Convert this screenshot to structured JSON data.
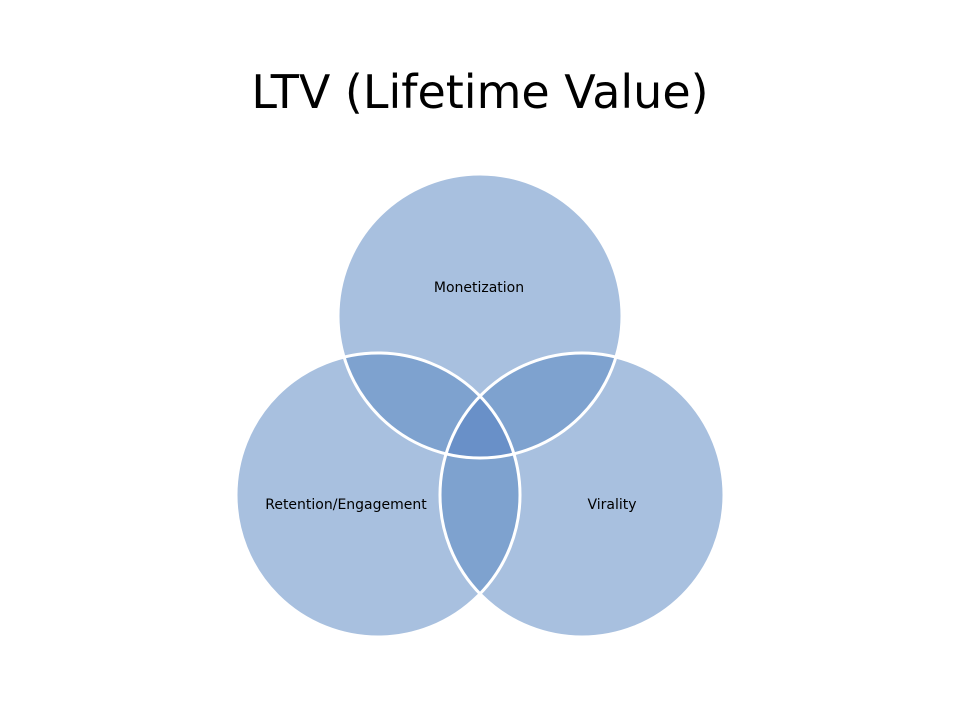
{
  "slide": {
    "title": "LTV (Lifetime Value)"
  },
  "diagram": {
    "type": "venn",
    "circles": [
      {
        "label": "Monetization"
      },
      {
        "label": "Retention/Engagement"
      },
      {
        "label": "Virality"
      }
    ],
    "colors": {
      "circle_fill": "#a8c0df",
      "overlap_two": "#7ea2cf",
      "overlap_center": "#6990c8",
      "outline": "#ffffff"
    }
  }
}
